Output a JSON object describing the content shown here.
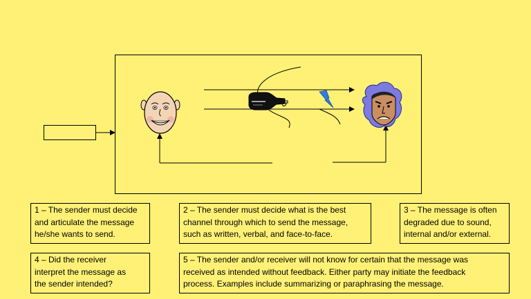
{
  "colors": {
    "background": "#FFF176",
    "line": "#000000",
    "skin": "#F3D5B5",
    "hair": "#7B7BE0",
    "bolt": "#2D7FE3"
  },
  "icons": {
    "sender": "smiling-bald-man-icon",
    "receiver": "frowning-man-icon",
    "channel": "message-bottle-icon",
    "noise": "lightning-bolt-icon"
  },
  "notes": [
    {
      "id": "n1",
      "text": "1 – The sender must decide\nand articulate the message\nhe/she wants to send."
    },
    {
      "id": "n2",
      "text": "2 – The sender must decide what is the best\nchannel through which to send the message,\nsuch as written, verbal, and face-to-face."
    },
    {
      "id": "n3",
      "text": "3 – The message is often\ndegraded due to sound,\ninternal and/or external."
    },
    {
      "id": "n4",
      "text": "4 – Did the receiver\ninterpret the message as\nthe sender intended?"
    },
    {
      "id": "n5",
      "text": "5 – The sender and/or receiver will not know for certain that the message was\nreceived as intended without feedback. Either party may initiate the feedback\nprocess. Examples include summarizing or paraphrasing the message."
    }
  ]
}
